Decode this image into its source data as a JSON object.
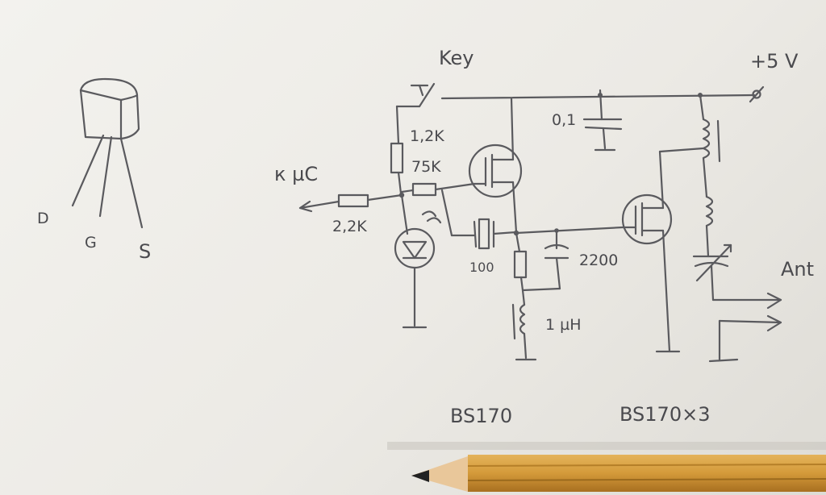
{
  "diagram": {
    "pinout_labels": {
      "d": "D",
      "g": "G",
      "s": "S"
    },
    "labels": {
      "key": "Key",
      "supply": "+5 V",
      "to_mcu": "к µC",
      "r_top": "1,2K",
      "r_mid": "75K",
      "r_in": "2,2K",
      "cap_top": "0,1",
      "cap_mid": "2200",
      "r_src": "100",
      "coil": "1 µH",
      "ant": "Ant",
      "osc_fet": "BS170",
      "pa_fet": "BS170×3"
    },
    "colors": {
      "ink": "#5a5a5e",
      "paper": "#f3f2ee",
      "pencil_body": "#d49a3a",
      "pencil_wood": "#e9c79a",
      "pencil_lead": "#222222"
    }
  }
}
